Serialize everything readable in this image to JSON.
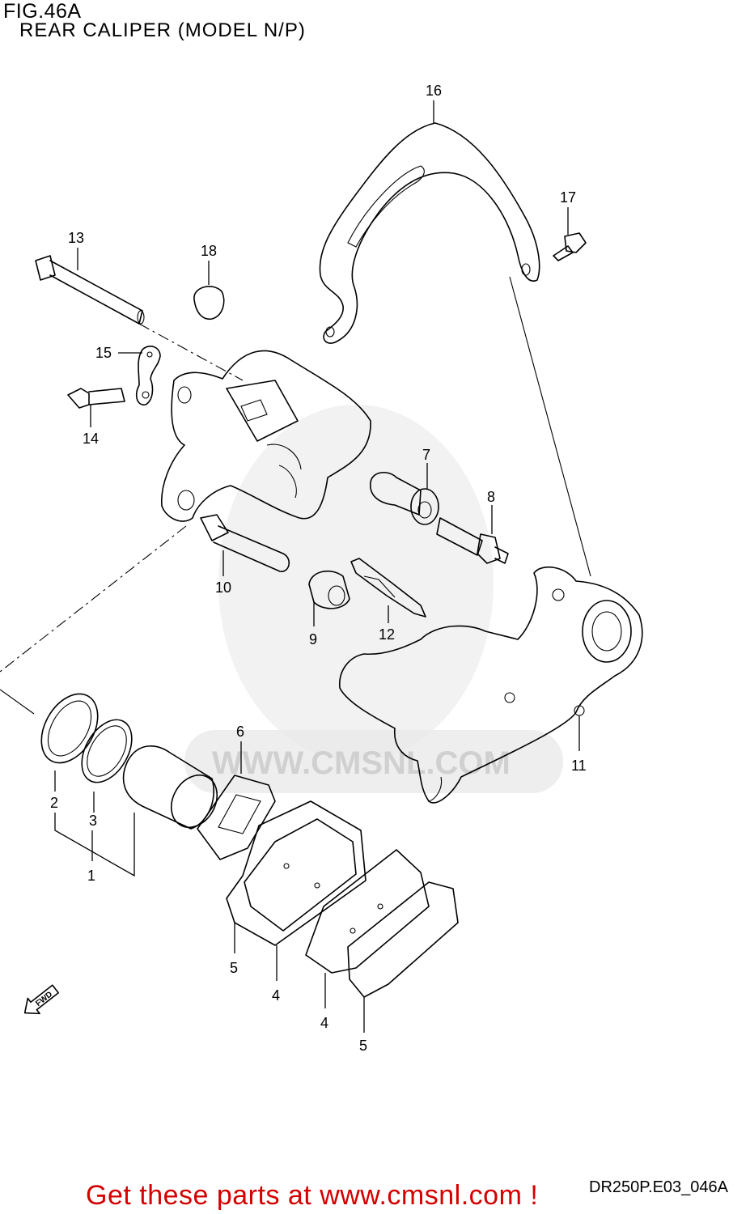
{
  "header": {
    "fig_number": "FIG.46A",
    "title": "REAR CALIPER (MODEL N/P)"
  },
  "watermark": {
    "text": "WWW.CMSNL.COM"
  },
  "footer": {
    "code": "DR250P.E03_046A",
    "cta": "Get these parts at www.cmsnl.com !"
  },
  "fwd_label": "FWD",
  "callouts": [
    "16",
    "17",
    "13",
    "18",
    "15",
    "14",
    "7",
    "8",
    "10",
    "9",
    "12",
    "6",
    "11",
    "2",
    "3",
    "1",
    "5",
    "4",
    "4",
    "5"
  ]
}
